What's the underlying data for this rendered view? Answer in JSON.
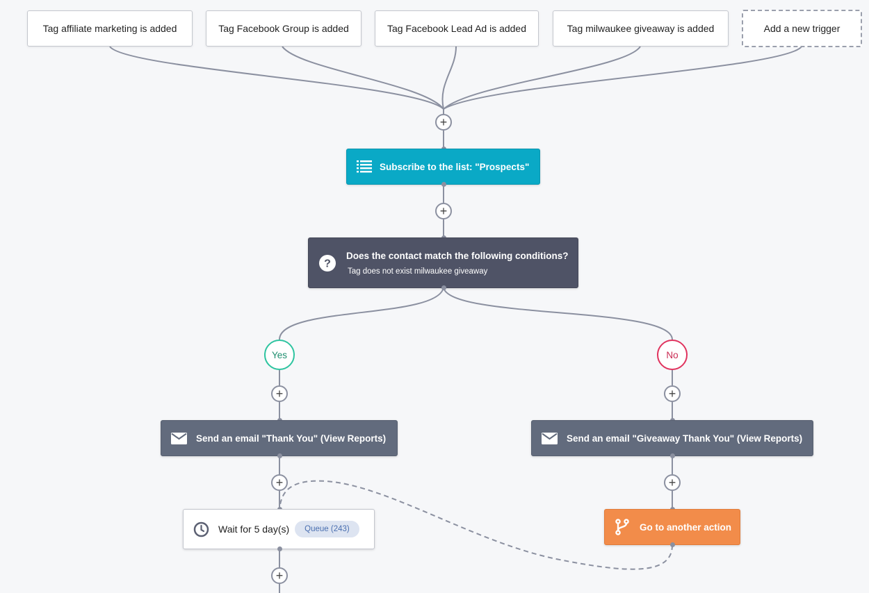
{
  "triggers": [
    {
      "label": "Tag affiliate marketing is added"
    },
    {
      "label": "Tag Facebook Group is added"
    },
    {
      "label": "Tag Facebook Lead Ad is added"
    },
    {
      "label": "Tag milwaukee giveaway is added"
    }
  ],
  "add_trigger_label": "Add a new trigger",
  "plus_glyph": "+",
  "subscribe_action": {
    "label": "Subscribe to the list: \"Prospects\"",
    "icon": "list-icon",
    "color": "#0aa9c6"
  },
  "condition": {
    "title": "Does the contact match the following conditions?",
    "detail": "Tag does not exist milwaukee giveaway",
    "icon": "question-icon",
    "color": "#4f5366"
  },
  "branches": {
    "yes": {
      "label": "Yes",
      "color": "#2ec4a0"
    },
    "no": {
      "label": "No",
      "color": "#e0335e"
    }
  },
  "email_yes": {
    "label": "Send an email \"Thank You\" (View Reports)",
    "icon": "envelope-icon"
  },
  "email_no": {
    "label": "Send an email \"Giveaway Thank You\" (View Reports)",
    "icon": "envelope-icon"
  },
  "wait": {
    "label": "Wait for 5 day(s)",
    "queue": "Queue (243)",
    "icon": "clock-icon"
  },
  "goto": {
    "label": "Go to another action",
    "icon": "branch-icon",
    "color": "#f28c4a"
  },
  "colors": {
    "connector": "#8b90a0",
    "background": "#f6f7f9"
  }
}
